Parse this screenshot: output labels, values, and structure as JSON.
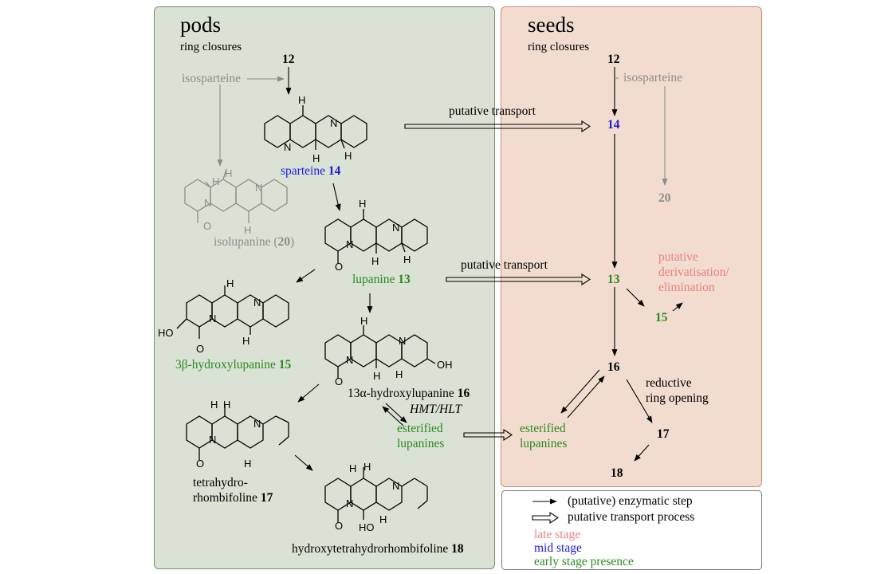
{
  "pods": {
    "title": "pods",
    "subtitle": "ring closures",
    "start_compound": "12",
    "isosparteine": "isosparteine",
    "sparteine_name": "sparteine",
    "sparteine_num": "14",
    "isolupanine_name": "isolupanine (",
    "isolupanine_num": "20",
    "isolupanine_close": ")",
    "lupanine_name": "lupanine",
    "lupanine_num": "13",
    "hydroxylupanine3b_name": "3β-hydroxylupanine",
    "hydroxylupanine3b_num": "15",
    "hydroxylupanine13a_name": "13α-hydroxylupanine",
    "hydroxylupanine13a_num": "16",
    "enzymes": "HMT/HLT",
    "esterified_line1": "esterified",
    "esterified_line2": "lupanines",
    "tetrahydro_line1": "tetrahydro-",
    "tetrahydro_line2": "rhombifoline",
    "tetrahydro_num": "17",
    "hydroxytetra_name": "hydroxytetrahydrorhombifoline",
    "hydroxytetra_num": "18"
  },
  "seeds": {
    "title": "seeds",
    "subtitle": "ring closures",
    "n12": "12",
    "isosparteine": "isosparteine",
    "n14": "14",
    "n20": "20",
    "n13": "13",
    "putative_line1": "putative",
    "putative_line2": "derivatisation/",
    "putative_line3": "elimination",
    "n15": "15",
    "n16": "16",
    "reductive_line1": "reductive",
    "reductive_line2": "ring opening",
    "n17": "17",
    "n18": "18",
    "esterified_line1": "esterified",
    "esterified_line2": "lupanines"
  },
  "transport": {
    "label1": "putative transport",
    "label2": "putative transport"
  },
  "legend": {
    "enzymatic": "(putative) enzymatic step",
    "transport": "putative transport process",
    "late": "late stage",
    "mid": "mid stage",
    "early": "early stage presence"
  },
  "atoms": {
    "H": "H",
    "N": "N",
    "O": "O",
    "HO": "HO",
    "OH": "OH"
  },
  "colors": {
    "pods_bg": "#dae2d5",
    "seeds_bg": "#f2dccf",
    "late": "#e98080",
    "mid": "#1a1adb",
    "early": "#2a8a1e",
    "grey": "#8c8c8c"
  }
}
